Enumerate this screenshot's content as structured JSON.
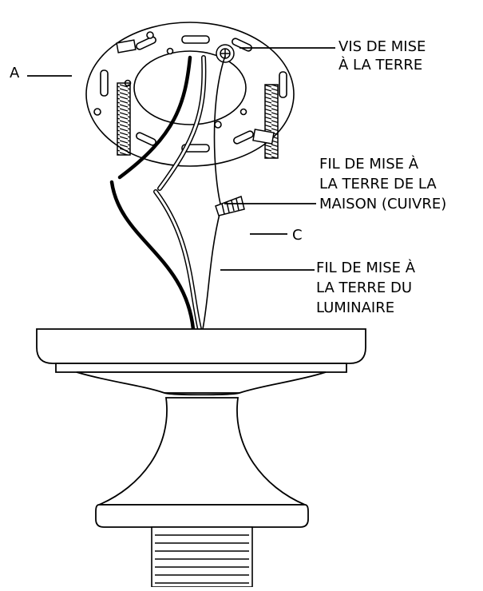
{
  "labels": {
    "a": "A",
    "c": "C",
    "ground_screw": [
      "VIS DE MISE",
      "À LA TERRE"
    ],
    "house_ground_wire": [
      "FIL DE MISE À",
      "LA TERRE DE LA",
      "MAISON (CUIVRE)"
    ],
    "fixture_ground_wire": [
      "FIL DE MISE À",
      "LA TERRE DU",
      "LUMINAIRE"
    ]
  },
  "colors": {
    "stroke": "#000000",
    "fill": "#ffffff"
  }
}
